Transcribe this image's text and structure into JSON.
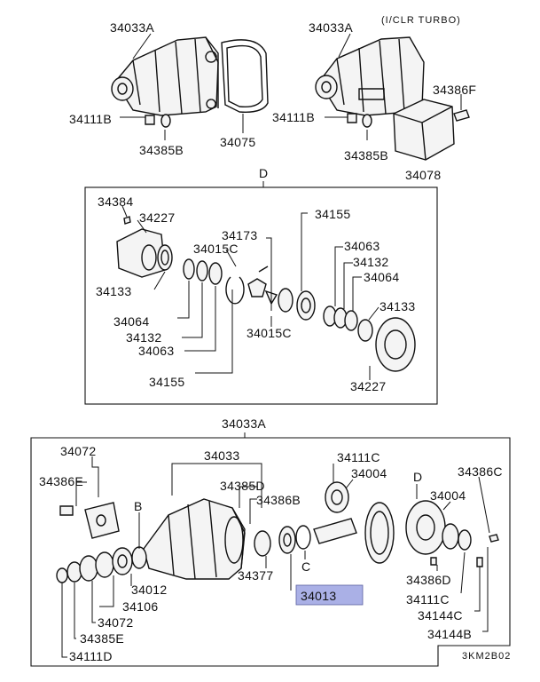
{
  "diagram": {
    "top_note": "(I/CLR TURBO)",
    "figure_code": "3KM2B02",
    "highlighted_part": "34013",
    "highlight_color": "#aab0e6",
    "top_left_group": {
      "housing": "34033A",
      "nut": "34111B",
      "washer": "34385B",
      "gasket": "34075"
    },
    "top_right_group": {
      "housing": "34033A",
      "nut": "34111B",
      "washer": "34385B",
      "bolt": "34386F",
      "bracket": "34078"
    },
    "diff_box": {
      "ref_letter": "D",
      "labels": {
        "screw": "34384",
        "case_left": "34227",
        "bearing_left": "34133",
        "shim_left": "34064",
        "spacer_left": "34132",
        "washer_left": "34063",
        "gear_left": "34155",
        "pinion_top": "34015C",
        "shaft": "34173",
        "gear_right": "34155",
        "washer_right": "34063",
        "spacer_right": "34132",
        "shim_right": "34064",
        "pinion_bottom": "34015C",
        "bearing_right": "34133",
        "case_right": "34227"
      }
    },
    "main_box": {
      "title": "34033A",
      "labels": {
        "bracket": "34072",
        "bolt": "34386E",
        "ref_b": "B",
        "carrier": "34033",
        "washer_d": "34385D",
        "bolt_b": "34386B",
        "spacer": "34377",
        "ref_c": "C",
        "pinion": "34013",
        "nut_c": "34111C",
        "bearing_top": "34004",
        "ref_d": "D",
        "bolt_c": "34386C",
        "bearing_right": "34004",
        "bolt_d": "34386D",
        "nut_c2": "34111C",
        "pin_c": "34144C",
        "pin_b": "34144B",
        "seal": "34012",
        "flange": "34106",
        "bracket_low": "34072",
        "washer_e": "34385E",
        "nut_d": "34111D"
      }
    }
  }
}
